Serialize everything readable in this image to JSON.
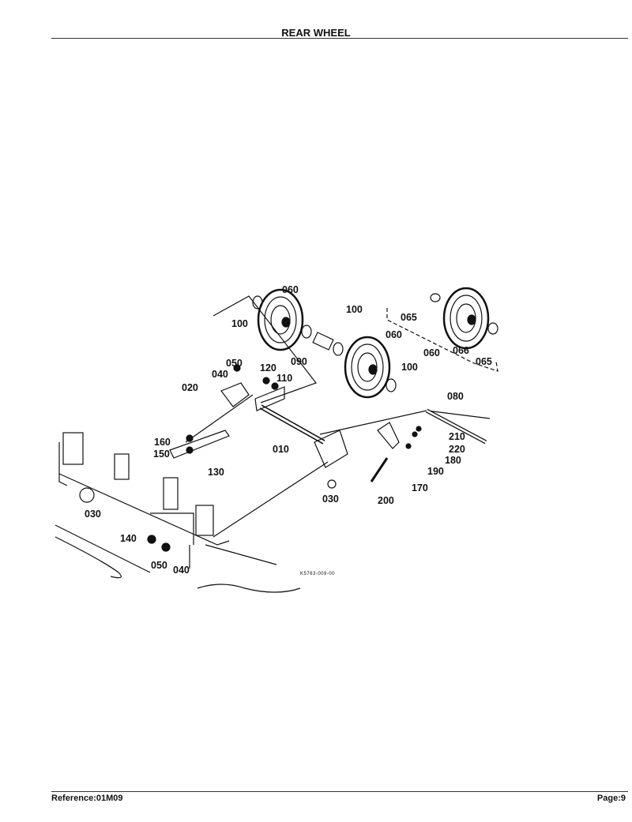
{
  "header": {
    "title": "REAR WHEEL"
  },
  "diagram": {
    "labels": [
      "060",
      "100",
      "100",
      "090",
      "060",
      "100",
      "065",
      "060",
      "066",
      "065",
      "050",
      "040",
      "120",
      "110",
      "020",
      "080",
      "160",
      "150",
      "010",
      "210",
      "220",
      "180",
      "190",
      "170",
      "130",
      "030",
      "200",
      "030",
      "140",
      "050",
      "040"
    ],
    "drawing_code": "K5763-009-00"
  },
  "footer": {
    "reference": "Reference:01M09",
    "page": "Page:9"
  }
}
